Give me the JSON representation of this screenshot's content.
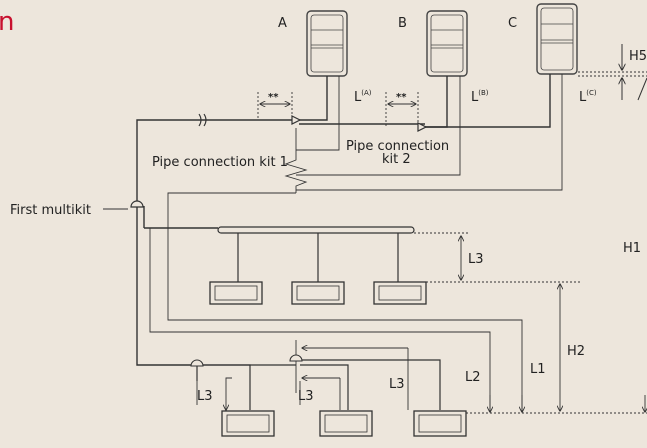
{
  "title_fragment": "n",
  "outdoor_units": [
    {
      "letter": "A",
      "L_label": "L",
      "L_sup": "(A)"
    },
    {
      "letter": "B",
      "L_label": "L",
      "L_sup": "(B)"
    },
    {
      "letter": "C",
      "L_label": "L",
      "L_sup": "(C)"
    }
  ],
  "connection_kits": {
    "kit1": "Pipe connection kit 1",
    "kit2_line1": "Pipe connection",
    "kit2_line2": "kit 2"
  },
  "stars": "**",
  "first_multikit": "First multikit",
  "heights": {
    "H1": "H1",
    "H2": "H2",
    "H5": "H5"
  },
  "lengths": {
    "L1": "L1",
    "L2": "L2",
    "L3": "L3"
  },
  "colors": {
    "background": "#ede6dc",
    "line": "#333333",
    "accent": "#c8102e"
  }
}
